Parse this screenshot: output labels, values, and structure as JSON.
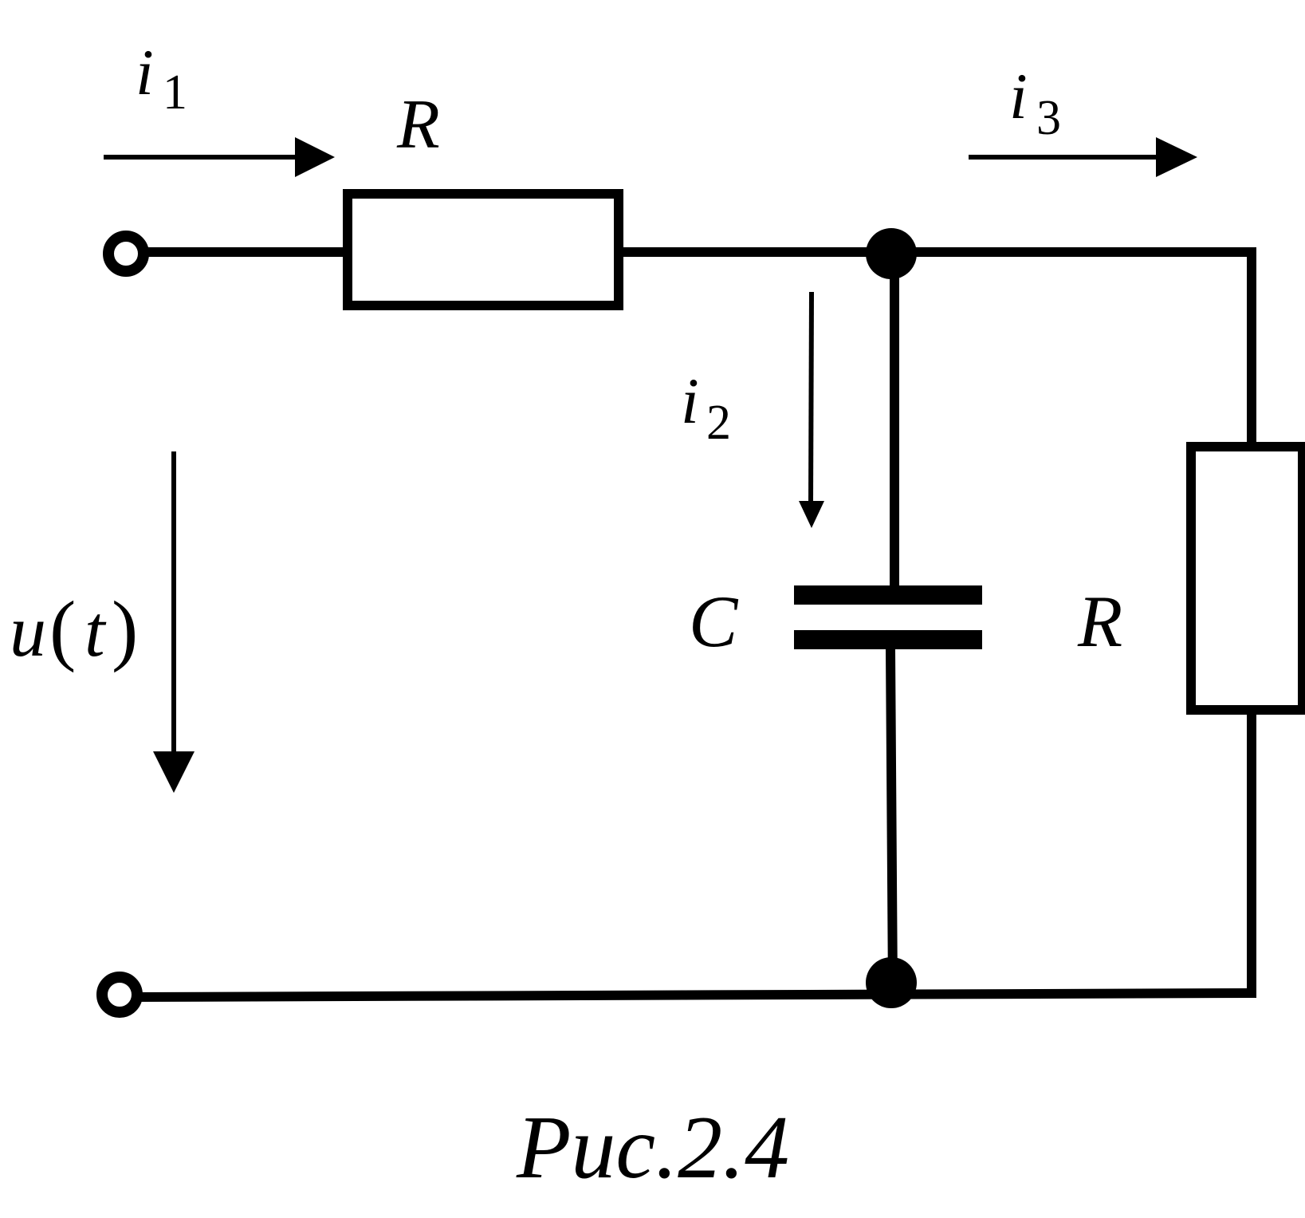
{
  "labels": {
    "i1": "i",
    "i1_sub": "1",
    "i2": "i",
    "i2_sub": "2",
    "i3": "i",
    "i3_sub": "3",
    "r_top": "R",
    "r_right": "R",
    "c": "C",
    "u": "u",
    "u_arg_open": "(",
    "u_arg": "t",
    "u_arg_close": ")"
  },
  "caption": "Рис.2.4"
}
